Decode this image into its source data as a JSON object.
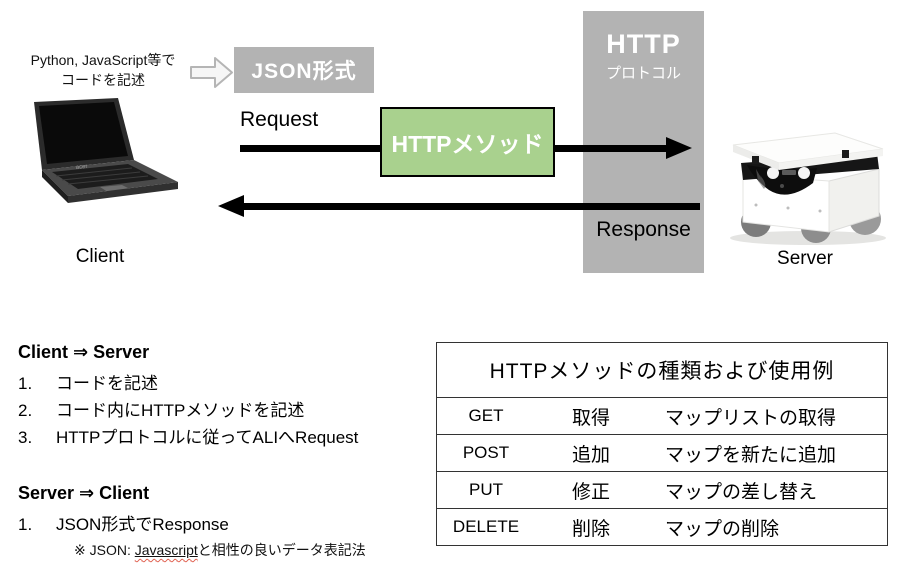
{
  "diagram": {
    "code_note_line1": "Python, JavaScript等で",
    "code_note_line2": "コードを記述",
    "json_box_label": "JSON形式",
    "request_label": "Request",
    "response_label": "Response",
    "http_method_label": "HTTPメソッド",
    "http_box_title": "HTTP",
    "http_box_subtitle": "プロトコル",
    "client_label": "Client",
    "server_label": "Server"
  },
  "notes": {
    "client_to_server": {
      "heading": "Client ⇒ Server",
      "items": [
        {
          "num": "1.",
          "text": "コードを記述"
        },
        {
          "num": "2.",
          "text": "コード内にHTTPメソッドを記述"
        },
        {
          "num": "3.",
          "text": "HTTPプロトコルに従ってALIへRequest"
        }
      ]
    },
    "server_to_client": {
      "heading": "Server ⇒ Client",
      "items": [
        {
          "num": "1.",
          "text": "JSON形式でResponse"
        }
      ]
    },
    "footnote_prefix": "※ JSON: ",
    "footnote_underlined": "Javascript",
    "footnote_suffix": "と相性の良いデータ表記法"
  },
  "table": {
    "title": "HTTPメソッドの種類および使用例",
    "rows": [
      {
        "method": "GET",
        "action": "取得",
        "example": "マップリストの取得"
      },
      {
        "method": "POST",
        "action": "追加",
        "example": "マップを新たに追加"
      },
      {
        "method": "PUT",
        "action": "修正",
        "example": "マップの差し替え"
      },
      {
        "method": "DELETE",
        "action": "削除",
        "example": "マップの削除"
      }
    ]
  },
  "colors": {
    "gray_box": "#b3b3b3",
    "green_box": "#a9d18e",
    "green_box_border": "#000000",
    "arrow_black": "#000000",
    "table_border": "#333333",
    "footnote_squiggle": "#e06050"
  }
}
